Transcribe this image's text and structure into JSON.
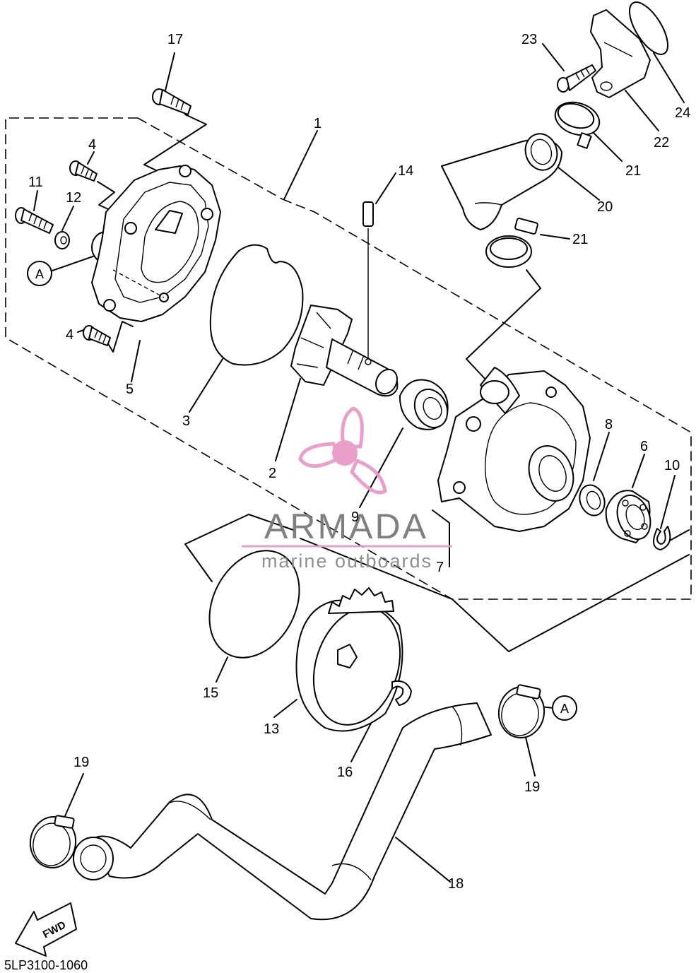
{
  "diagram": {
    "code": "5LP3100-1060",
    "direction_label": "FWD",
    "reference_marker": "A",
    "watermark": {
      "brand": "ARMADA",
      "tagline": "marine outboards",
      "logo_color": "#e89ac8",
      "text_color": "#7a7a7a"
    },
    "callouts": [
      {
        "id": "c17",
        "label": "17"
      },
      {
        "id": "c1",
        "label": "1"
      },
      {
        "id": "c4a",
        "label": "4"
      },
      {
        "id": "c11",
        "label": "11"
      },
      {
        "id": "c12",
        "label": "12"
      },
      {
        "id": "c4b",
        "label": "4"
      },
      {
        "id": "c5",
        "label": "5"
      },
      {
        "id": "c3",
        "label": "3"
      },
      {
        "id": "c14",
        "label": "14"
      },
      {
        "id": "c2",
        "label": "2"
      },
      {
        "id": "c9",
        "label": "9"
      },
      {
        "id": "c23",
        "label": "23"
      },
      {
        "id": "c24",
        "label": "24"
      },
      {
        "id": "c22",
        "label": "22"
      },
      {
        "id": "c21a",
        "label": "21"
      },
      {
        "id": "c20",
        "label": "20"
      },
      {
        "id": "c21b",
        "label": "21"
      },
      {
        "id": "c8",
        "label": "8"
      },
      {
        "id": "c6",
        "label": "6"
      },
      {
        "id": "c10",
        "label": "10"
      },
      {
        "id": "c7",
        "label": "7"
      },
      {
        "id": "c15",
        "label": "15"
      },
      {
        "id": "c13",
        "label": "13"
      },
      {
        "id": "c16",
        "label": "16"
      },
      {
        "id": "c19a",
        "label": "19"
      },
      {
        "id": "c19b",
        "label": "19"
      },
      {
        "id": "c18",
        "label": "18"
      }
    ]
  }
}
